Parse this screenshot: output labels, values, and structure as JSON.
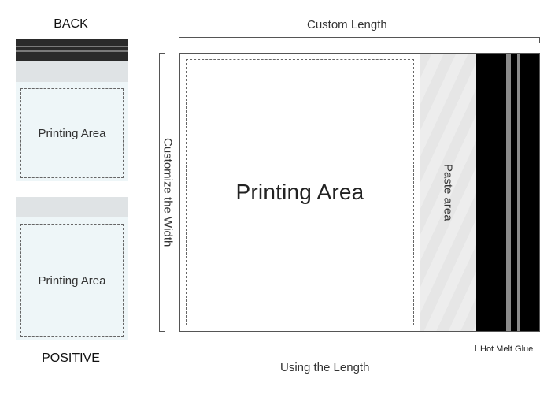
{
  "left_panel": {
    "back_label": "BACK",
    "back_printing_label": "Printing Area",
    "positive_printing_label": "Printing Area",
    "positive_label": "POSITIVE"
  },
  "main_diagram": {
    "custom_length_label": "Custom Length",
    "width_label": "Customize the Width",
    "printing_area_label": "Printing Area",
    "paste_area_label": "Paste area",
    "using_length_label": "Using the Length",
    "hot_melt_glue_label": "Hot Melt Glue"
  },
  "colors": {
    "bag_fill": "#eef6f8",
    "band_grey": "#dfe3e5",
    "band_dark": "#2a2a2a",
    "glue_black": "#000000",
    "stripe_grey": "#8a8a8a"
  }
}
